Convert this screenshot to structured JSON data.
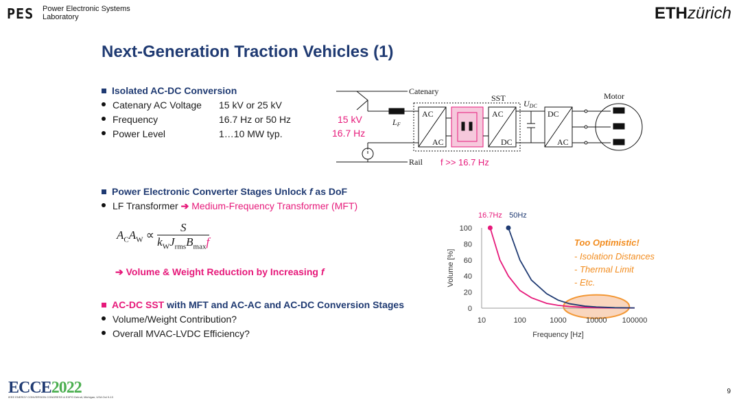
{
  "header": {
    "lab_logo": "PES",
    "lab_name_line1": "Power Electronic Systems",
    "lab_name_line2": "Laboratory",
    "eth_bold": "ETH",
    "eth_italic": "zürich"
  },
  "title": "Next-Generation Traction Vehicles (1)",
  "section1": {
    "heading": "Isolated AC-DC Conversion",
    "rows": [
      {
        "label": "Catenary AC Voltage",
        "value": "15 kV or 25 kV"
      },
      {
        "label": "Frequency",
        "value": "16.7 Hz or 50 Hz"
      },
      {
        "label": "Power Level",
        "value": "1…10 MW typ."
      }
    ]
  },
  "diagram": {
    "catenary": "Catenary",
    "sst": "SST",
    "udc": "U",
    "udc_sub": "DC",
    "motor": "Motor",
    "lf": "L",
    "lf_sub": "F",
    "voltage": "15 kV",
    "freq": "16.7 Hz",
    "rail": "Rail",
    "fhigh": "f >> 16.7 Hz",
    "ac": "AC",
    "dc": "DC"
  },
  "section2": {
    "heading_pre": "Power Electronic Converter Stages Unlock ",
    "heading_f": "f",
    "heading_post": " as DoF",
    "bullet_pre": "LF Transformer ",
    "bullet_arrow": "➔",
    "bullet_post": " Medium-Frequency Transformer (MFT)",
    "formula_lhs": "A",
    "formula_c": "C",
    "formula_w": "W",
    "formula_prop": "∝",
    "formula_num": "S",
    "formula_k": "k",
    "formula_j": "J",
    "formula_rms": "rms",
    "formula_b": "B",
    "formula_max": "max",
    "formula_f": "f",
    "reduction_arrow": "➔",
    "reduction_text": "Volume & Weight Reduction by Increasing ",
    "reduction_f": "f"
  },
  "section3": {
    "heading_red": "AC-DC SST",
    "heading_rest": " with MFT and AC-AC and AC-DC Conversion Stages",
    "bullets": [
      "Volume/Weight Contribution?",
      "Overall MVAC-LVDC Efficiency?"
    ]
  },
  "chart_data": {
    "type": "line",
    "xscale": "log",
    "xlabel": "Frequency [Hz]",
    "ylabel": "Volume [%]",
    "xlim": [
      10,
      100000
    ],
    "ylim": [
      0,
      100
    ],
    "xticks": [
      "10",
      "100",
      "1000",
      "10000",
      "100000"
    ],
    "yticks": [
      "0",
      "20",
      "40",
      "60",
      "80",
      "100"
    ],
    "series": [
      {
        "name": "16.7Hz",
        "color": "#e6197a",
        "x": [
          16.7,
          30,
          50,
          100,
          200,
          500,
          1000,
          2000,
          5000,
          10000,
          30000,
          100000
        ],
        "y": [
          100,
          60,
          40,
          22,
          13,
          6,
          3.5,
          2,
          1,
          0.6,
          0.3,
          0.2
        ]
      },
      {
        "name": "50Hz",
        "color": "#1f3a72",
        "x": [
          50,
          100,
          200,
          500,
          1000,
          2000,
          5000,
          10000,
          30000,
          100000
        ],
        "y": [
          100,
          60,
          35,
          18,
          10,
          5.5,
          2.5,
          1.5,
          0.6,
          0.3
        ]
      }
    ],
    "annotation_title": "Too Optimistic!",
    "annotation_items": [
      "- Isolation Distances",
      "- Thermal Limit",
      "- Etc."
    ],
    "colors": {
      "annotation": "#f28c1e",
      "highlight_fill": "#f9d2b8"
    }
  },
  "footer": {
    "page": "9",
    "ecce_logo": "ECCE",
    "ecce_year": "2022",
    "ecce_small": "IEEE ENERGY CONVERSION CONGRESS & EXPO  Detroit, Michigan, USA  Oct 9-13"
  }
}
